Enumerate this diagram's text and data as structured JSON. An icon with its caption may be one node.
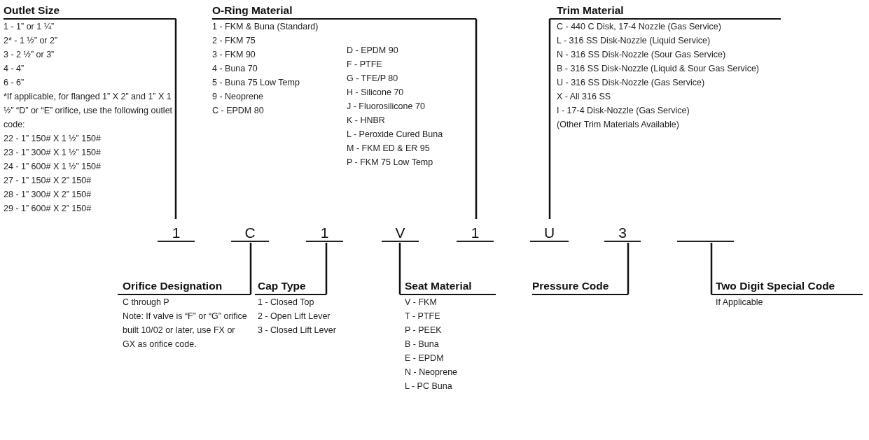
{
  "diagram": {
    "nodes": [
      {
        "text": [
          "1"
        ]
      },
      {
        "text": [
          "C"
        ]
      },
      {
        "text": [
          "1"
        ]
      },
      {
        "text": [
          "V"
        ]
      },
      {
        "text": [
          "1"
        ]
      },
      {
        "text": [
          "U"
        ]
      },
      {
        "text": [
          "3"
        ]
      },
      {
        "text": [],
        "shape": "bar"
      },
      {
        "text": [
          "Outlet Size",
          "1 - 1” or 1 ¼”",
          "2* - 1 ½” or 2”",
          "3 - 2 ½” or 3”",
          "4 - 4”",
          "6 - 6”",
          "*If applicable, for flanged 1” X 2” and 1” X 1 ½” “D” or “E” orifice, use the following outlet code:",
          "22 - 1” 150# X 1 ½” 150#",
          "23 - 1” 300# X 1 ½” 150#",
          "24 - 1” 600# X 1 ½” 150#",
          "27 - 1” 150# X 2” 150#",
          "28 - 1” 300# X 2” 150#",
          "29 - 1” 600# X 2” 150#"
        ]
      },
      {
        "text": [
          "O-Ring Material",
          "1 - FKM & Buna (Standard)",
          "2 - FKM 75",
          "3 - FKM 90",
          "4 - Buna 70",
          "5 - Buna 75 Low Temp",
          "9 - Neoprene",
          "C - EPDM 80",
          "D - EPDM 90",
          "F - PTFE",
          "G - TFE/P 80",
          "H - Silicone 70",
          "J - Fluorosilicone 70",
          "K - HNBR",
          "L - Peroxide Cured Buna",
          "M - FKM ED & ER 95",
          "P - FKM 75 Low Temp"
        ]
      },
      {
        "text": [
          "Trim Material",
          "C - 440 C Disk, 17-4 Nozzle (Gas Service)",
          "L - 316 SS Disk-Nozzle (Liquid Service)",
          "N - 316 SS Disk-Nozzle (Sour Gas Service)",
          "B - 316 SS Disk-Nozzle (Liquid & Sour Gas Service)",
          "U - 316 SS Disk-Nozzle (Gas Service)",
          "X - All 316 SS",
          "I - 17-4 Disk-Nozzle (Gas Service)",
          "(Other Trim Materials Available)"
        ]
      },
      {
        "text": [
          "Orifice Designation",
          "C through P",
          "Note: If valve is “F” or “G” orifice built 10/02 or later, use FX or GX as orifice code."
        ]
      },
      {
        "text": [
          "Cap Type",
          "1 - Closed Top",
          "2 - Open Lift Lever",
          "3 - Closed Lift Lever"
        ]
      },
      {
        "text": [
          "Seat Material",
          "V - FKM",
          "T - PTFE",
          "P - PEEK",
          "B - Buna",
          "E - EPDM",
          "N - Neoprene",
          "L - PC Buna"
        ]
      },
      {
        "text": [
          "Pressure Code"
        ]
      },
      {
        "text": [
          "Two Digit Special Code",
          "If Applicable"
        ]
      }
    ],
    "edges": [
      {
        "from": 8,
        "to": 0,
        "arrow": "none"
      },
      {
        "from": 9,
        "to": 4,
        "arrow": "none"
      },
      {
        "from": 10,
        "to": 5,
        "arrow": "none"
      },
      {
        "from": 11,
        "to": 1,
        "arrow": "none"
      },
      {
        "from": 12,
        "to": 2,
        "arrow": "none"
      },
      {
        "from": 13,
        "to": 3,
        "arrow": "none"
      },
      {
        "from": 14,
        "to": 6,
        "arrow": "none"
      },
      {
        "from": 15,
        "to": 7,
        "arrow": "none"
      }
    ]
  }
}
